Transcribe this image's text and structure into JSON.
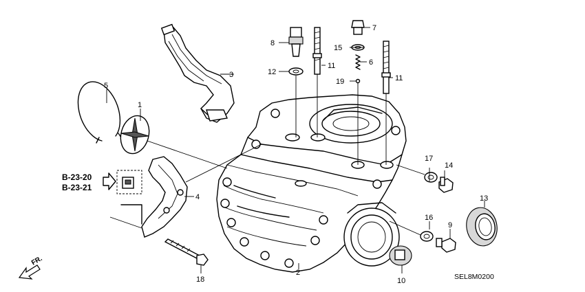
{
  "callouts": {
    "c1": "1",
    "c2": "2",
    "c3": "3",
    "c4": "4",
    "c5": "5",
    "c6": "6",
    "c7": "7",
    "c8": "8",
    "c9": "9",
    "c10": "10",
    "c11a": "11",
    "c11b": "11",
    "c12": "12",
    "c13": "13",
    "c14": "14",
    "c15": "15",
    "c16": "16",
    "c17": "17",
    "c18": "18",
    "c19": "19"
  },
  "refs": {
    "ref1": "B-23-20",
    "ref2": "B-23-21"
  },
  "direction_label": "FR.",
  "diagram_code": "SEL8M0200"
}
